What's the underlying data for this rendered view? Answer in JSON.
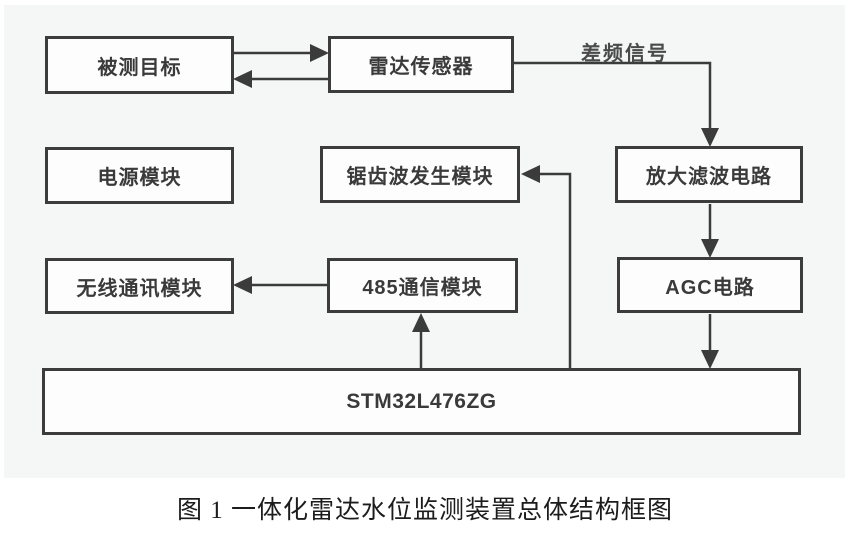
{
  "figure": {
    "caption": "图 1 一体化雷达水位监测装置总体结构框图"
  },
  "diagram": {
    "nodes": [
      {
        "id": "measured-target",
        "label": "被测目标"
      },
      {
        "id": "radar-sensor",
        "label": "雷达传感器"
      },
      {
        "id": "power-module",
        "label": "电源模块"
      },
      {
        "id": "sawtooth-generator",
        "label": "锯齿波发生模块"
      },
      {
        "id": "amplifier-filter",
        "label": "放大滤波电路"
      },
      {
        "id": "wireless-comm-module",
        "label": "无线通讯模块"
      },
      {
        "id": "rs485-comm-module",
        "label": "485通信模块"
      },
      {
        "id": "agc-circuit",
        "label": "AGC电路"
      },
      {
        "id": "mcu",
        "label": "STM32L476ZG"
      }
    ],
    "edge_labels": {
      "beat_signal": "差频信号"
    },
    "edges": [
      {
        "from": "measured-target",
        "to": "radar-sensor",
        "label": ""
      },
      {
        "from": "radar-sensor",
        "to": "measured-target",
        "label": ""
      },
      {
        "from": "radar-sensor",
        "to": "amplifier-filter",
        "label": "差频信号"
      },
      {
        "from": "amplifier-filter",
        "to": "agc-circuit",
        "label": ""
      },
      {
        "from": "agc-circuit",
        "to": "mcu",
        "label": ""
      },
      {
        "from": "mcu",
        "to": "sawtooth-generator",
        "label": ""
      },
      {
        "from": "mcu",
        "to": "rs485-comm-module",
        "label": ""
      },
      {
        "from": "rs485-comm-module",
        "to": "wireless-comm-module",
        "label": ""
      }
    ],
    "colors": {
      "canvas_background": "#f5f6f6",
      "box_fill": "#fdfdfd",
      "box_border": "#3c3c3c",
      "wire": "#3b3b3b",
      "text": "#3a3a3a"
    }
  }
}
